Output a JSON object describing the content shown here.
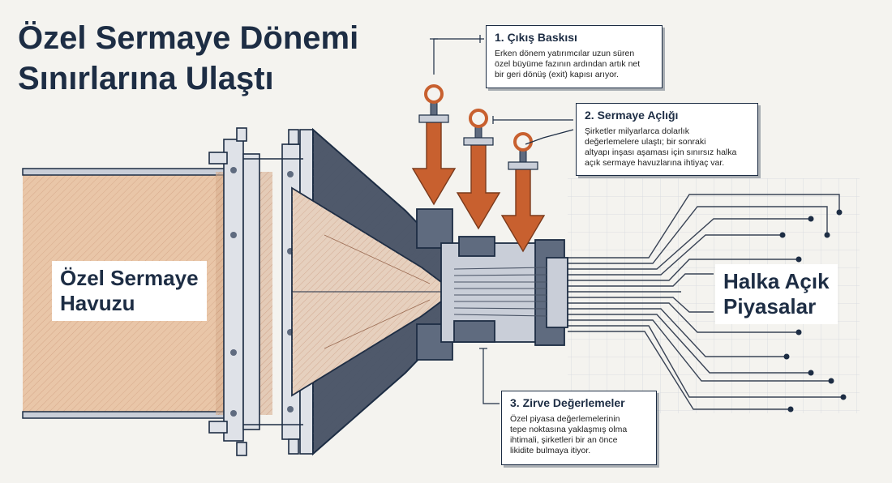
{
  "title": {
    "line1": "Özel Sermaye Dönemi",
    "line2": "Sınırlarına Ulaştı"
  },
  "callouts": [
    {
      "heading": "1. Çıkış Baskısı",
      "body": [
        "Erken dönem yatırımcılar uzun süren",
        "özel büyüme fazının ardından artık net",
        "bir geri dönüş (exit) kapısı arıyor."
      ]
    },
    {
      "heading": "2. Sermaye Açlığı",
      "body": [
        "Şirketler milyarlarca dolarlık",
        "değerlemelere ulaştı; bir sonraki",
        "altyapı inşası aşaması için sınırsız halka",
        "açık sermaye havuzlarına ihtiyaç var."
      ]
    },
    {
      "heading": "3. Zirve Değerlemeler",
      "body": [
        "Özel piyasa değerlemelerinin",
        "tepe noktasına yaklaşmış olma",
        "ihtimali, şirketleri bir an önce",
        "likidite bulmaya itiyor."
      ]
    }
  ],
  "labels": {
    "left_line1": "Özel Sermaye",
    "left_line2": "Havuzu",
    "right_line1": "Halka Açık",
    "right_line2": "Piyasalar"
  },
  "colors": {
    "navy": "#1d2d44",
    "steel": "#5f6b7f",
    "steel_light": "#c9ced8",
    "arrow": "#c8602f",
    "capital": "#e9c6a8",
    "background": "#f4f3ef"
  }
}
